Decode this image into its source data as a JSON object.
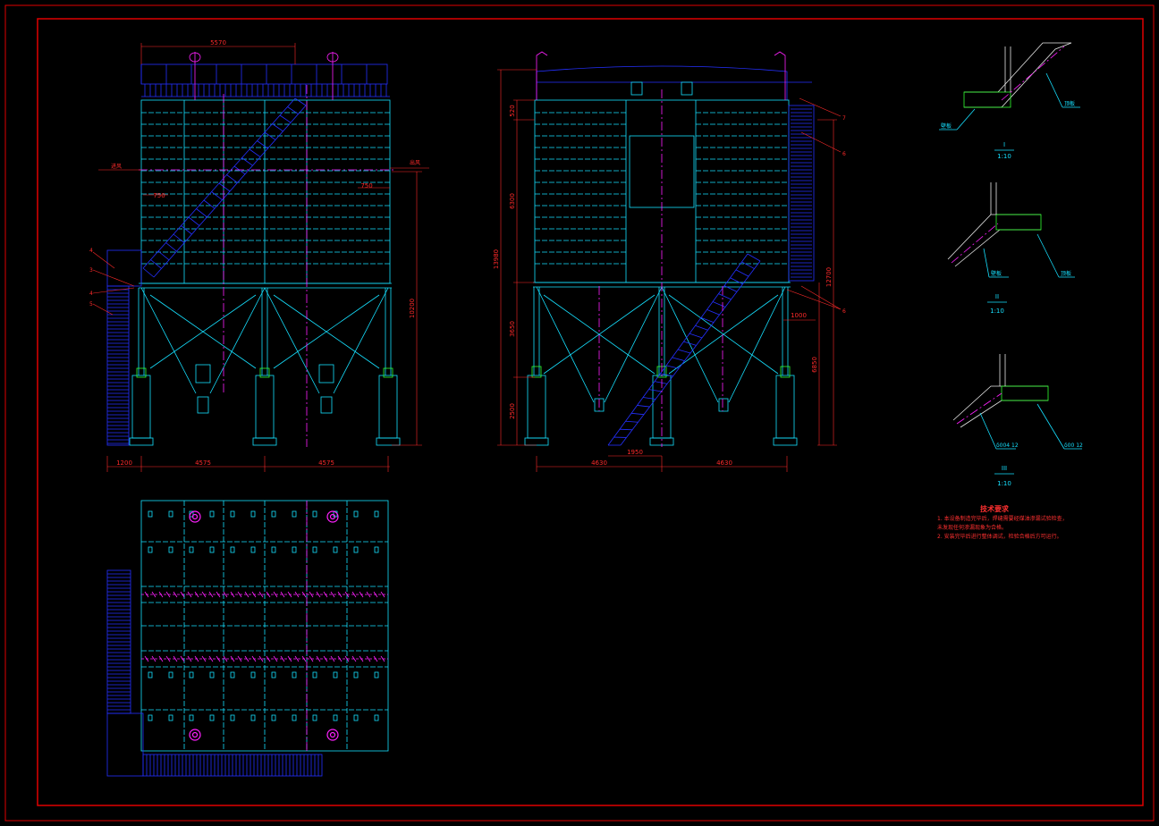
{
  "colors": {
    "background": "#000000",
    "frame": "#e00000",
    "structure": "#16e0ff",
    "secondary": "#2430ff",
    "accent": "#ff20ff",
    "dimension": "#ff2a2a",
    "note": "#ff3030",
    "green": "#30ff30"
  },
  "front_view": {
    "dims": {
      "top_width": "5570",
      "side_left": "750",
      "side_right": "750",
      "bottom_left": "1200",
      "bottom_mid1": "4575",
      "bottom_mid2": "4575",
      "height": "10200"
    },
    "labels": {
      "left": "进风",
      "right": "出风",
      "callouts": [
        "4",
        "3",
        "4",
        "5"
      ]
    }
  },
  "side_view": {
    "dims": {
      "top": "520",
      "upper": "6300",
      "total": "13980",
      "middle": "3650",
      "lower": "2500",
      "right_total": "12700",
      "right_lower": "6850",
      "offset": "1000",
      "ladder": "1950",
      "bottom_left": "4630",
      "bottom_right": "4630"
    },
    "callouts": [
      "7",
      "6",
      "6"
    ]
  },
  "details": [
    {
      "title": "I",
      "scale": "1:10",
      "left_label": "壁板",
      "right_label": "顶板"
    },
    {
      "title": "II",
      "scale": "1:10",
      "left_label": "壁板",
      "right_label": "顶板"
    },
    {
      "title": "III",
      "scale": "1:10",
      "left_label": "δ004 12",
      "right_label": "δ00 12"
    }
  ],
  "notes": {
    "title": "技术要求",
    "lines": [
      "1. 本设备制造完毕后，焊缝需要经煤油渗漏试验检查，",
      "   未发现任何渗漏现象为合格。",
      "2. 安装完毕后进行整体调试，检验合格后方可运行。"
    ]
  }
}
